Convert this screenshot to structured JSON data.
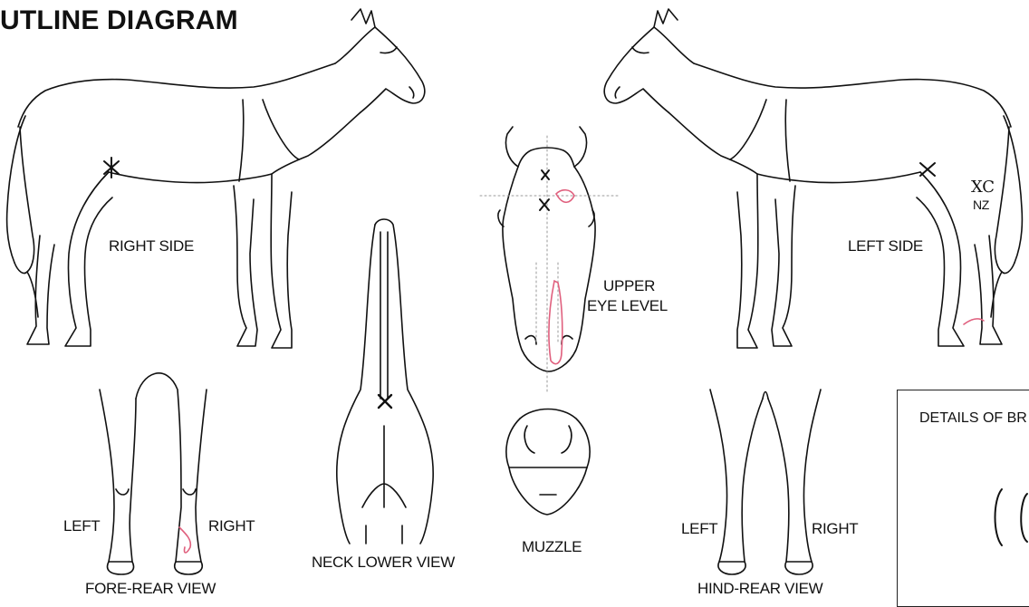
{
  "title": "UTLINE DIAGRAM",
  "views": {
    "right_side": "RIGHT SIDE",
    "left_side": "LEFT SIDE",
    "upper_eye_level_1": "UPPER",
    "upper_eye_level_2": "EYE LEVEL",
    "fore_rear_view": "FORE-REAR VIEW",
    "neck_lower_view": "NECK LOWER VIEW",
    "muzzle": "MUZZLE",
    "hind_rear_view": "HIND-REAR VIEW",
    "fore_left": "LEFT",
    "fore_right": "RIGHT",
    "hind_left": "LEFT",
    "hind_right": "RIGHT"
  },
  "brand_box": {
    "title": "DETAILS OF BR"
  },
  "handwritten_marks": {
    "left_side_brand": "XC",
    "left_side_brand_2": "NZ"
  },
  "colors": {
    "outline": "#111111",
    "marking": "#e0607e",
    "guide": "#9a9a9a"
  }
}
